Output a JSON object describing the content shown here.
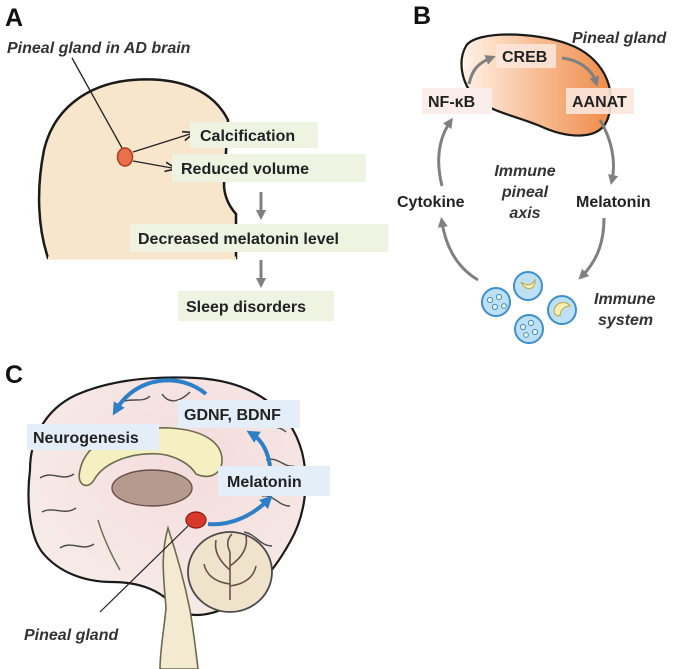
{
  "panels": {
    "a": {
      "letter": "A",
      "caption": "Pineal gland in AD brain",
      "labels": [
        "Calcification",
        "Reduced volume",
        "Decreased melatonin level",
        "Sleep disorders"
      ]
    },
    "b": {
      "letter": "B",
      "gland_label": "Pineal gland",
      "nodes": {
        "creb": "CREB",
        "aanat": "AANAT",
        "nfkb": "NF-κB",
        "melatonin": "Melatonin",
        "cytokine": "Cytokine"
      },
      "center": [
        "Immune",
        "pineal",
        "axis"
      ],
      "immune": [
        "Immune",
        "system"
      ]
    },
    "c": {
      "letter": "C",
      "labels": {
        "gdnf": "GDNF, BDNF",
        "neurogenesis": "Neurogenesis",
        "melatonin": "Melatonin",
        "pineal": "Pineal gland"
      }
    }
  },
  "colors": {
    "skin": "#f7e5cc",
    "gland_orange": "#f09a5c",
    "gland_red": "#d9392b",
    "label_bg_green": "#eff3e2",
    "label_bg_blue": "#e3eef8",
    "arrow_gray": "#808080",
    "arrow_blue": "#2e7fc6",
    "brain_pink": "#f3dede",
    "cell_blue": "#bde0f5"
  }
}
